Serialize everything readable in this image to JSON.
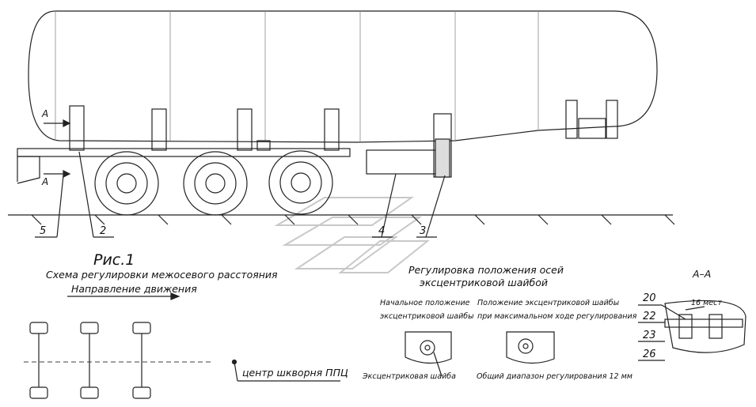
{
  "section_marker_top": "A",
  "section_marker_bottom": "A",
  "callouts": [
    "5",
    "2",
    "4",
    "3"
  ],
  "figure_title": "Рис.1",
  "figure_caption": "Схема регулировки межосевого расстояния",
  "direction_label": "Направление движения",
  "kingpin_label": "центр шкворня ППЦ",
  "adjust_title_line1": "Регулировка положения осей",
  "adjust_title_line2": "эксцентриковой шайбой",
  "initial_position_line1": "Начальное положение",
  "initial_position_line2": "эксцентриковой шайбы",
  "max_position_line1": "Положение эксцентриковой шайбы",
  "max_position_line2": "при максимальном ходе регулирования",
  "washer_label": "Эксцентриковая шайба",
  "range_note": "Общий диапазон регулирования 12 мм",
  "section_title": "А–А",
  "places_note": "16 мест",
  "section_items": [
    "20",
    "22",
    "23",
    "26"
  ]
}
